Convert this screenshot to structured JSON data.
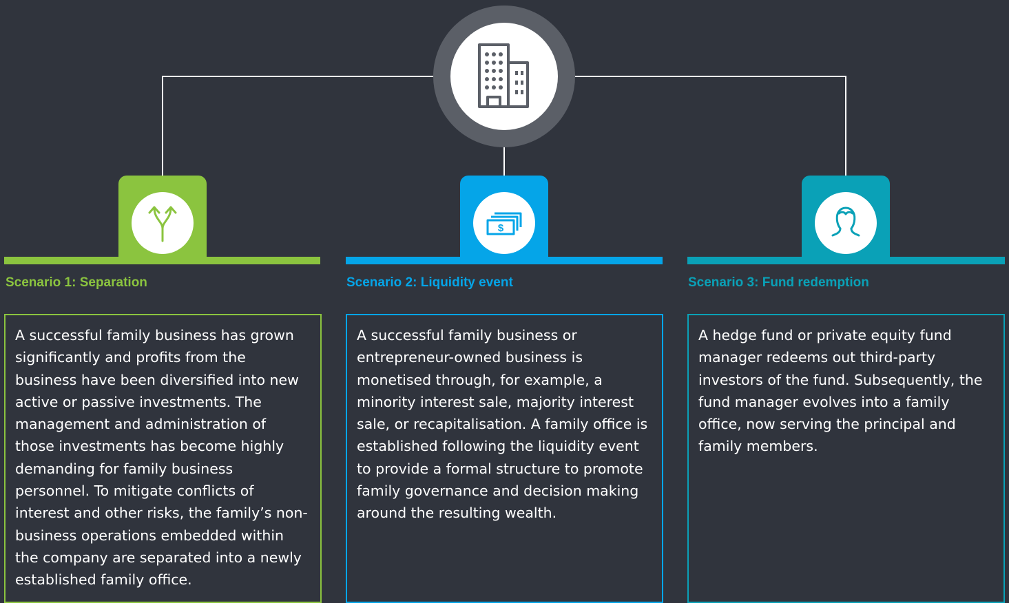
{
  "hub": {
    "icon": "building-icon"
  },
  "colors": {
    "s1": "#8bc43f",
    "s2": "#05a5e8",
    "s3": "#0aa1b7",
    "bg": "#30343d",
    "hub_ring": "#5b5f67"
  },
  "scenarios": [
    {
      "icon": "fork-arrows-icon",
      "title": "Scenario 1: Separation",
      "body": "A successful family business has grown significantly and profits from the business have been diversified into new active or passive investments. The management and administration of those investments has become highly demanding for family business personnel. To mitigate conflicts of interest and other risks, the family’s non-business operations embedded within the company are separated into a newly established family office."
    },
    {
      "icon": "money-icon",
      "title": "Scenario 2: Liquidity event",
      "body": "A successful family business or entrepreneur-owned business is monetised through, for example, a minority interest sale, majority interest sale, or recapitalisation. A family office is established following the liquidity event to provide a formal structure to promote family governance and decision making around the resulting wealth."
    },
    {
      "icon": "person-icon",
      "title": "Scenario 3: Fund redemption",
      "body": "A hedge fund or private equity fund manager redeems out third-party investors of the fund. Subsequently, the fund manager evolves into a family office, now serving the principal and family members."
    }
  ]
}
